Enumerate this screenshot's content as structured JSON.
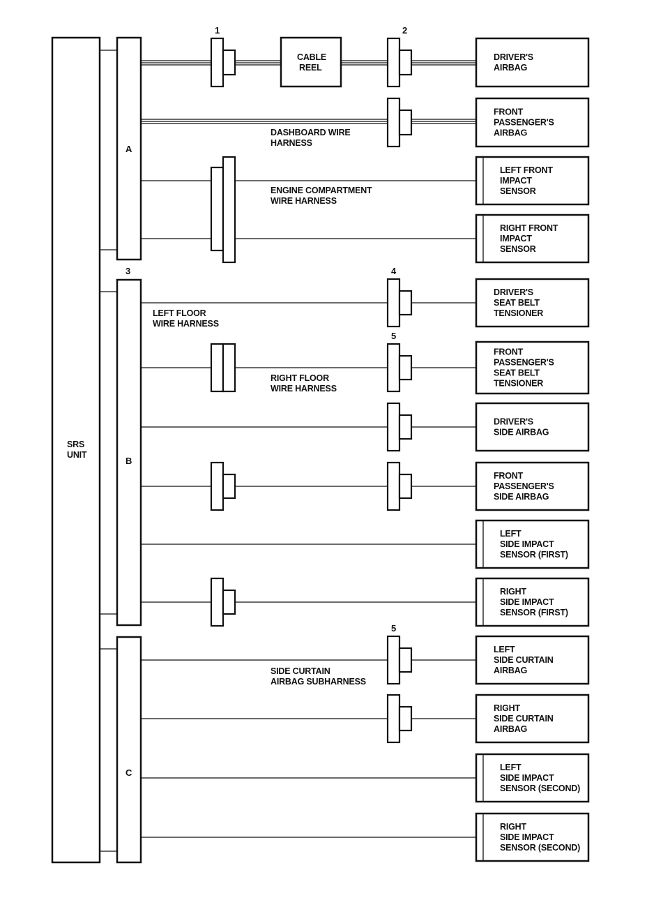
{
  "srs_unit": {
    "line1": "SRS",
    "line2": "UNIT"
  },
  "modules": {
    "a": "A",
    "b": "B",
    "c": "C"
  },
  "connector_numbers": {
    "n1": "1",
    "n2": "2",
    "n3": "3",
    "n4": "4",
    "n5a": "5",
    "n5b": "5"
  },
  "cable_reel": {
    "line1": "CABLE",
    "line2": "REEL"
  },
  "harnesses": {
    "dashboard": {
      "line1": "DASHBOARD WIRE",
      "line2": "HARNESS"
    },
    "engine": {
      "line1": "ENGINE COMPARTMENT",
      "line2": "WIRE HARNESS"
    },
    "left_floor": {
      "line1": "LEFT FLOOR",
      "line2": "WIRE HARNESS"
    },
    "right_floor": {
      "line1": "RIGHT FLOOR",
      "line2": "WIRE HARNESS"
    },
    "side_curtain": {
      "line1": "SIDE CURTAIN",
      "line2": "AIRBAG SUBHARNESS"
    }
  },
  "components": [
    {
      "lines": [
        "DRIVER'S",
        "AIRBAG"
      ]
    },
    {
      "lines": [
        "FRONT",
        "PASSENGER'S",
        "AIRBAG"
      ]
    },
    {
      "lines": [
        "LEFT FRONT",
        "IMPACT",
        "SENSOR"
      ]
    },
    {
      "lines": [
        "RIGHT FRONT",
        "IMPACT",
        "SENSOR"
      ]
    },
    {
      "lines": [
        "DRIVER'S",
        "SEAT BELT",
        "TENSIONER"
      ]
    },
    {
      "lines": [
        "FRONT",
        "PASSENGER'S",
        "SEAT BELT",
        "TENSIONER"
      ]
    },
    {
      "lines": [
        "DRIVER'S",
        "SIDE AIRBAG"
      ]
    },
    {
      "lines": [
        "FRONT",
        "PASSENGER'S",
        "SIDE AIRBAG"
      ]
    },
    {
      "lines": [
        "LEFT",
        "SIDE IMPACT",
        "SENSOR (FIRST)"
      ]
    },
    {
      "lines": [
        "RIGHT",
        "SIDE IMPACT",
        "SENSOR (FIRST)"
      ]
    },
    {
      "lines": [
        "LEFT",
        "SIDE CURTAIN",
        "AIRBAG"
      ]
    },
    {
      "lines": [
        "RIGHT",
        "SIDE CURTAIN",
        "AIRBAG"
      ]
    },
    {
      "lines": [
        "LEFT",
        "SIDE IMPACT",
        "SENSOR (SECOND)"
      ]
    },
    {
      "lines": [
        "RIGHT",
        "SIDE IMPACT",
        "SENSOR (SECOND)"
      ]
    }
  ]
}
